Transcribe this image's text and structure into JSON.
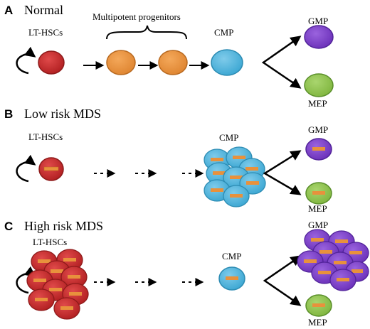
{
  "colors": {
    "hsc_red": "#c8282a",
    "hsc_red_dark": "#8e1a1a",
    "progenitor_orange": "#e8913c",
    "progenitor_orange_dark": "#b8691f",
    "cmp_blue": "#4fb3d9",
    "cmp_blue_dark": "#2d8cb3",
    "gmp_purple": "#7a3ec9",
    "gmp_purple_dark": "#52249a",
    "mep_green": "#8cc24b",
    "mep_green_dark": "#5a8f2a",
    "mutation_bar": "#e8913c"
  },
  "panels": [
    {
      "letter": "A",
      "title": "Normal",
      "labels": {
        "lt_hscs": "LT-HSCs",
        "progenitors": "Multipotent progenitors",
        "cmp": "CMP",
        "gmp": "GMP",
        "mep": "MEP"
      }
    },
    {
      "letter": "B",
      "title": "Low risk MDS",
      "labels": {
        "lt_hscs": "LT-HSCs",
        "cmp": "CMP",
        "gmp": "GMP",
        "mep": "MEP"
      }
    },
    {
      "letter": "C",
      "title": "High risk MDS",
      "labels": {
        "lt_hscs": "LT-HSCs",
        "cmp": "CMP",
        "gmp": "GMP",
        "mep": "MEP"
      }
    }
  ]
}
